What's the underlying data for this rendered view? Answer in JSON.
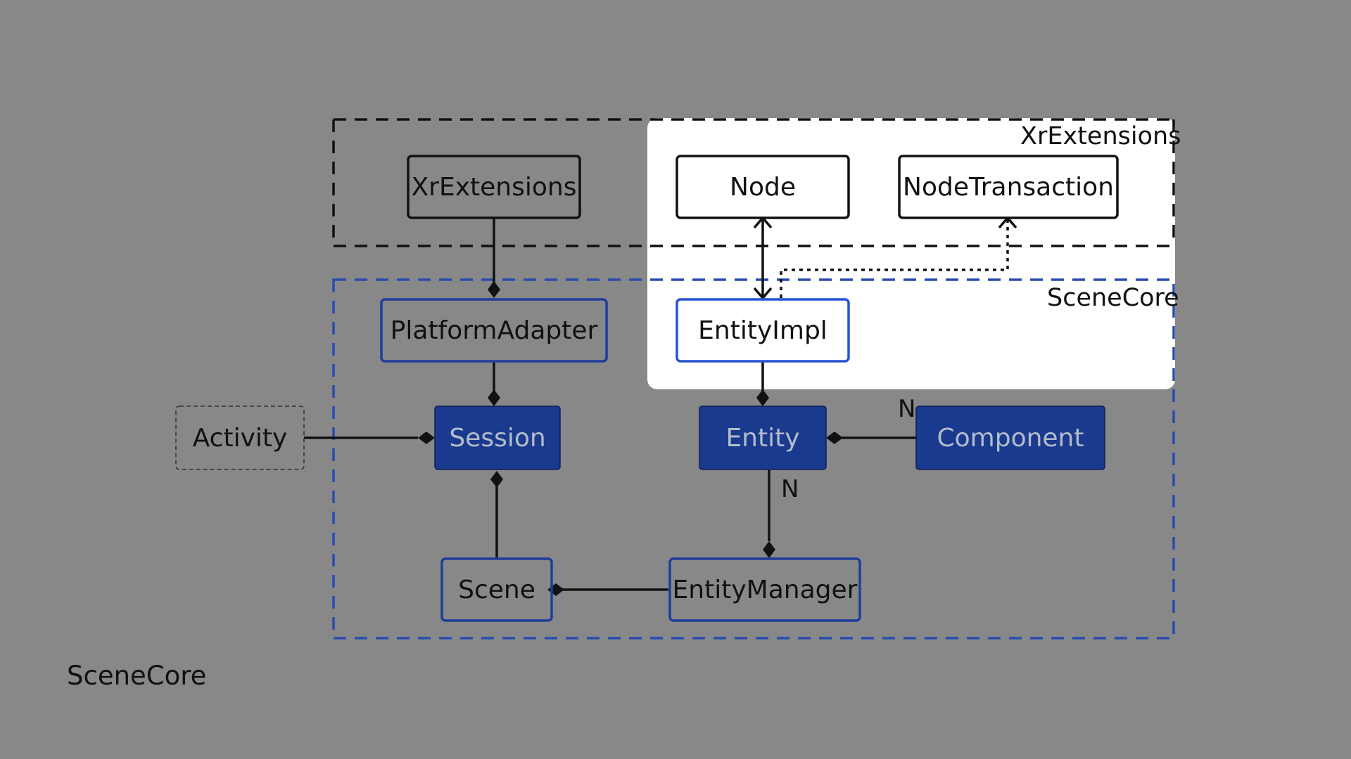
{
  "caption": "SceneCore",
  "regions": {
    "xr_extensions_label": "XrExtensions",
    "scenecore_label": "SceneCore"
  },
  "nodes": {
    "xrextensions": "XrExtensions",
    "node": "Node",
    "nodetransaction": "NodeTransaction",
    "platformadapter": "PlatformAdapter",
    "entityimpl": "EntityImpl",
    "activity": "Activity",
    "session": "Session",
    "entity": "Entity",
    "component": "Component",
    "scene": "Scene",
    "entitymanager": "EntityManager"
  },
  "multiplicity": {
    "component_to_entity": "N",
    "entity_to_entitymanager": "N"
  },
  "colors": {
    "background": "#888888",
    "blue_border": "#1f3d99",
    "blue_fill": "#1a3a8f",
    "highlight_panel": "#ffffff",
    "blue_dashed": "#2a4bb0"
  }
}
